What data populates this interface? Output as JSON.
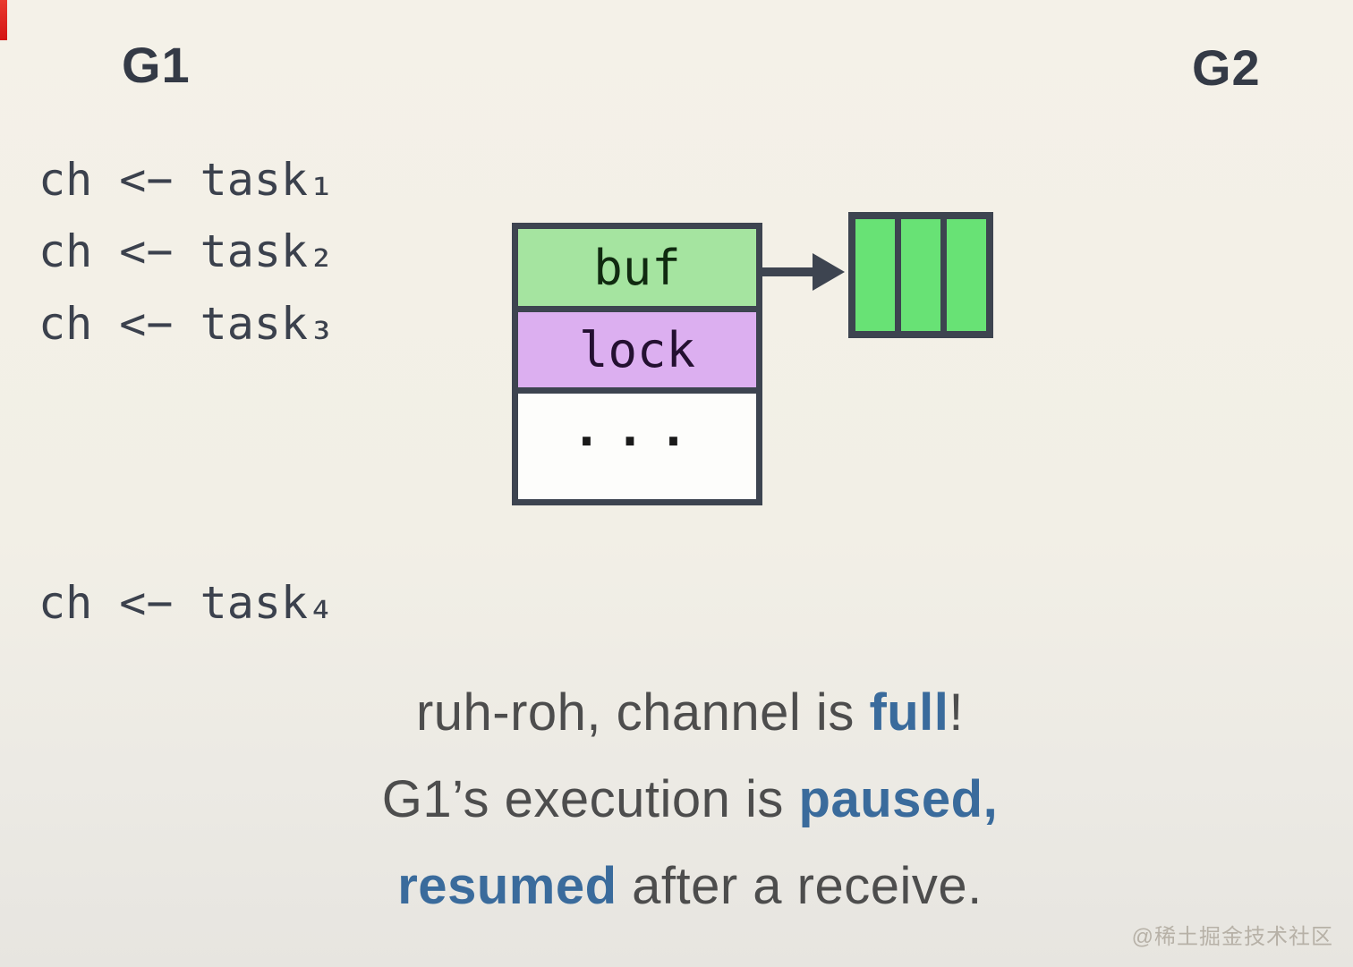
{
  "goroutines": {
    "g1": "G1",
    "g2": "G2"
  },
  "code": {
    "line1": "ch <− task₁",
    "line2": "ch <− task₂",
    "line3": "ch <− task₃",
    "line4": "ch <− task₄"
  },
  "channel_struct": {
    "buf_label": "buf",
    "lock_label": "lock",
    "dots_label": "..."
  },
  "buffer": {
    "capacity": 3,
    "filled": 3,
    "slot_color": "#68e275"
  },
  "caption": {
    "line1": {
      "pre": "ruh-roh, channel is ",
      "highlight": "full",
      "post": "!"
    },
    "line2": {
      "pre": "G1’s execution is ",
      "highlight": "paused,",
      "post": ""
    },
    "line3": {
      "pre": "",
      "highlight": "resumed",
      "post": " after a receive."
    }
  },
  "watermark": "@稀土掘金技术社区",
  "colors": {
    "background_top": "#f4f1e8",
    "background_bottom": "#e7e5e0",
    "border_slate": "#3d4450",
    "buf_fill": "#a5e4a0",
    "lock_fill": "#dcaff0",
    "dots_fill": "#fdfdfb",
    "slot_green": "#68e275",
    "highlight_blue": "#3a6b9c",
    "text_dark": "#3b414d",
    "caption_gray": "#4d4d4d",
    "red_marker": "#d41414"
  }
}
